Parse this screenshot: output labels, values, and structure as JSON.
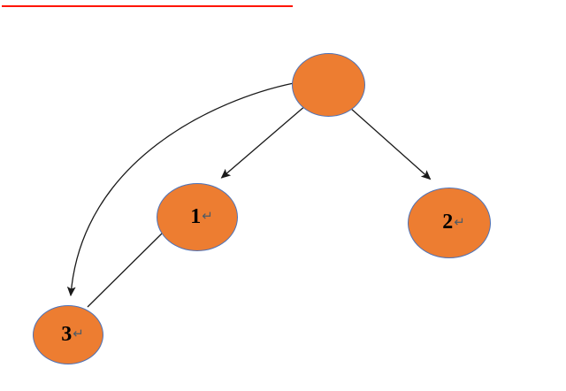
{
  "page": {
    "background": "#ffffff"
  },
  "colors": {
    "node_fill": "#ED7D31",
    "node_border": "#4E73B8",
    "connector": "#1a1a1a",
    "red_line": "#ff1500",
    "label_text": "#000000",
    "line_break_mark": "#4d5a66"
  },
  "diagram": {
    "type": "tree-graph",
    "nodes": [
      {
        "id": "root",
        "label": "",
        "mark": ""
      },
      {
        "id": "node1",
        "label": "1",
        "mark": "↵"
      },
      {
        "id": "node2",
        "label": "2",
        "mark": "↵"
      },
      {
        "id": "node3",
        "label": "3",
        "mark": "↵"
      }
    ],
    "edges": [
      {
        "from": "root",
        "to": "node1",
        "style": "straight",
        "arrowhead": true
      },
      {
        "from": "root",
        "to": "node2",
        "style": "straight",
        "arrowhead": true
      },
      {
        "from": "root",
        "to": "node3",
        "style": "curved",
        "arrowhead": true
      },
      {
        "from": "node1",
        "to": "node3",
        "style": "straight",
        "arrowhead": false
      }
    ]
  }
}
